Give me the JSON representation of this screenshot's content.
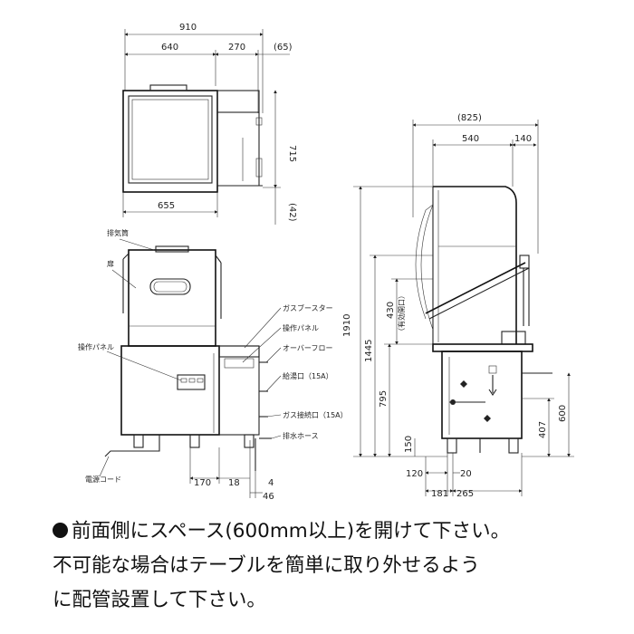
{
  "top_view": {
    "dims": {
      "overall": "910",
      "left": "640",
      "mid": "270",
      "right": "(65)",
      "depth": "715",
      "bottom_extra": "(42)",
      "base": "655"
    }
  },
  "front_view": {
    "labels": {
      "exhaust_hood": "排気筒",
      "door": "扉",
      "control_panel_left": "操作パネル",
      "gas_booster": "ガスブースター",
      "control_panel_right": "操作パネル",
      "overflow": "オーバーフロー",
      "water_inlet": "給湯口（15A）",
      "gas_inlet": "ガス接続口（15A）",
      "drain_hose": "排水ホース",
      "power_cord": "電源コード"
    },
    "dims": {
      "d170": "170",
      "d18": "18",
      "d4": "4",
      "d46": "46"
    }
  },
  "side_view": {
    "dims": {
      "overall_depth": "(825)",
      "top_depth": "540",
      "top_right": "140",
      "height_total": "1910",
      "height_work": "1445",
      "height_counter": "795",
      "opening": "430",
      "opening_note": "（有効開口）",
      "leg": "150",
      "right_600": "600",
      "right_407": "407",
      "b120": "120",
      "b20": "20",
      "b181": "181",
      "b265": "265"
    }
  },
  "note": {
    "line1": "前面側にスペース(600mm以上)を開けて下さい。",
    "line2": "不可能な場合はテーブルを簡単に取り外せるよう",
    "line3": "に配管設置して下さい。"
  }
}
